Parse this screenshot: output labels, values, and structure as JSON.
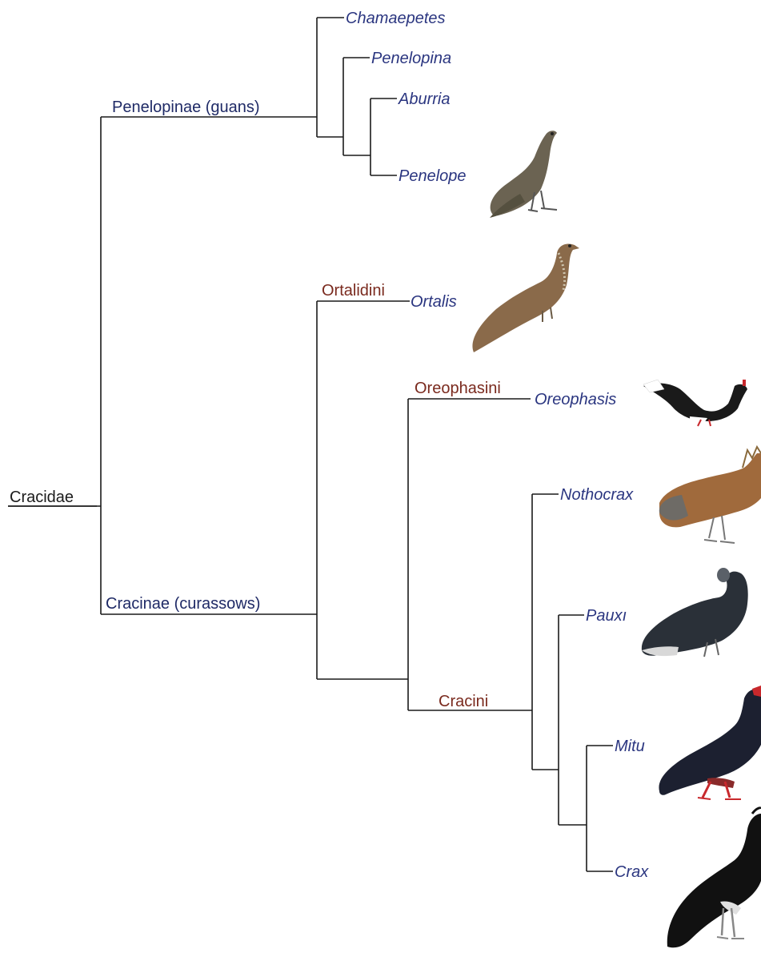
{
  "root": {
    "label": "Cracidae"
  },
  "subfamilies": {
    "penelopinae": "Penelopinae (guans)",
    "cracinae": "Cracinae (curassows)"
  },
  "tribes": {
    "ortalidini": "Ortalidini",
    "oreophasini": "Oreophasini",
    "cracini": "Cracini"
  },
  "genera": {
    "chamaepetes": "Chamaepetes",
    "penelopina": "Penelopina",
    "aburria": "Aburria",
    "penelope": "Penelope",
    "ortalis": "Ortalis",
    "oreophasis": "Oreophasis",
    "nothocrax": "Nothocrax",
    "pauxi": "Pauxı",
    "mitu": "Mitu",
    "crax": "Crax"
  },
  "colors": {
    "clade_label": "#1f2a66",
    "tribe_label": "#7a2a1e",
    "genus_label": "#2b3680",
    "branch": "#1a1a1a"
  },
  "bird_illustrations": [
    {
      "genus": "Penelope",
      "icon": "guan-bird-icon",
      "plumage": "#6b6352"
    },
    {
      "genus": "Ortalis",
      "icon": "chachalaca-bird-icon",
      "plumage": "#8a6a4a"
    },
    {
      "genus": "Oreophasis",
      "icon": "horned-guan-bird-icon",
      "plumage": "#1a1a1a"
    },
    {
      "genus": "Nothocrax",
      "icon": "nocturnal-curassow-bird-icon",
      "plumage": "#a06a3c"
    },
    {
      "genus": "Pauxi",
      "icon": "helmeted-curassow-bird-icon",
      "plumage": "#2a3038"
    },
    {
      "genus": "Mitu",
      "icon": "razor-billed-curassow-bird-icon",
      "plumage": "#1c2030"
    },
    {
      "genus": "Crax",
      "icon": "great-curassow-bird-icon",
      "plumage": "#111111"
    }
  ]
}
